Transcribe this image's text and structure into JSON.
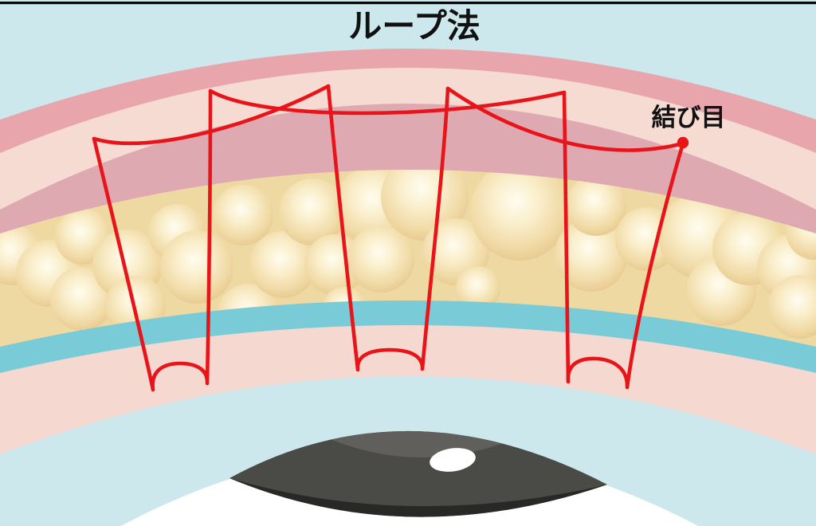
{
  "title": "ループ法",
  "annotation": {
    "knot_label": "結び目"
  },
  "diagram": {
    "type": "medical-illustration",
    "subject": "eyelid cross-section with buried loop suture",
    "suture_loops_count": 3,
    "knot_marker": "red-dot"
  },
  "colors": {
    "background_blue": "#cde8ed",
    "top_border": "#000000",
    "skin_rose_band": "#e8a6ac",
    "skin_light_pink_band": "#f6dbd3",
    "muscle_mauve_band": "#dfa9b1",
    "fat_layer_base": "#eed9a2",
    "fat_bubble_edge": "#e7c98f",
    "fat_bubble_center": "#fffdf0",
    "tarsal_teal_band": "#79cbd7",
    "lower_pink_band": "#f5d8d0",
    "lower_blue_band": "#cde8ed",
    "sclera": "#ffffff",
    "iris_body": "#4a4a47",
    "iris_rim": "#282826",
    "iris_top_light": "#615f5b",
    "thread_red": "#e8141a"
  }
}
